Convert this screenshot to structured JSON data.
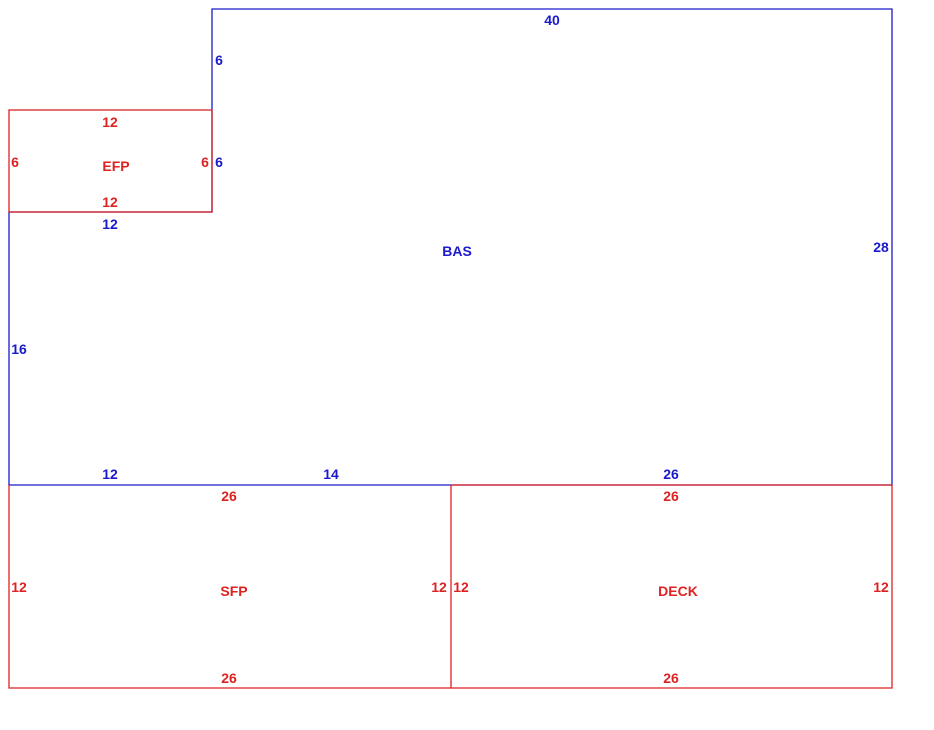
{
  "colors": {
    "main": "#1a1acc",
    "addition": "#dd2222",
    "background": "#ffffff"
  },
  "areas": {
    "bas": {
      "name": "BAS",
      "dims": {
        "top": "40",
        "right": "28",
        "left_lower": "16",
        "bottom_left": "12",
        "bottom_mid": "14",
        "bottom_right": "26",
        "efp_step_top": "12",
        "efp_step_side": "6",
        "efp_step_side2": "6"
      }
    },
    "efp": {
      "name": "EFP",
      "dims": {
        "top": "12",
        "bottom": "12",
        "left": "6",
        "right": "6"
      }
    },
    "sfp": {
      "name": "SFP",
      "dims": {
        "top": "26",
        "bottom": "26",
        "left": "12",
        "right": "12"
      }
    },
    "deck": {
      "name": "DECK",
      "dims": {
        "top": "26",
        "bottom": "26",
        "left": "12",
        "right": "12"
      }
    }
  }
}
